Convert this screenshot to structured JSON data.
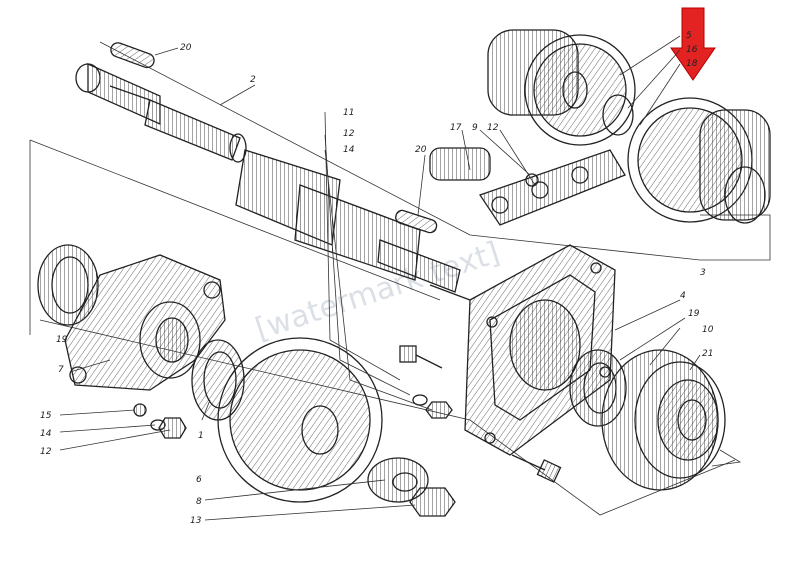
{
  "diagram": {
    "watermark": "[watermark text]",
    "labels": {
      "l20a": "20",
      "l2": "2",
      "l11": "11",
      "l12a": "12",
      "l14a": "14",
      "l17": "17",
      "l9": "9",
      "l12b": "12",
      "l20b": "20",
      "l5": "5",
      "l16": "16",
      "l18": "18",
      "l3": "3",
      "l4": "4",
      "l19a": "19",
      "l10": "10",
      "l21": "21",
      "l19b": "19",
      "l7": "7",
      "l15": "15",
      "l14b": "14",
      "l12c": "12",
      "l1": "1",
      "l6": "6",
      "l8": "8",
      "l13": "13"
    },
    "colors": {
      "arrow": "#e32222",
      "ink": "#222222"
    },
    "icons": {
      "highlight": "red-down-arrow-icon"
    }
  }
}
